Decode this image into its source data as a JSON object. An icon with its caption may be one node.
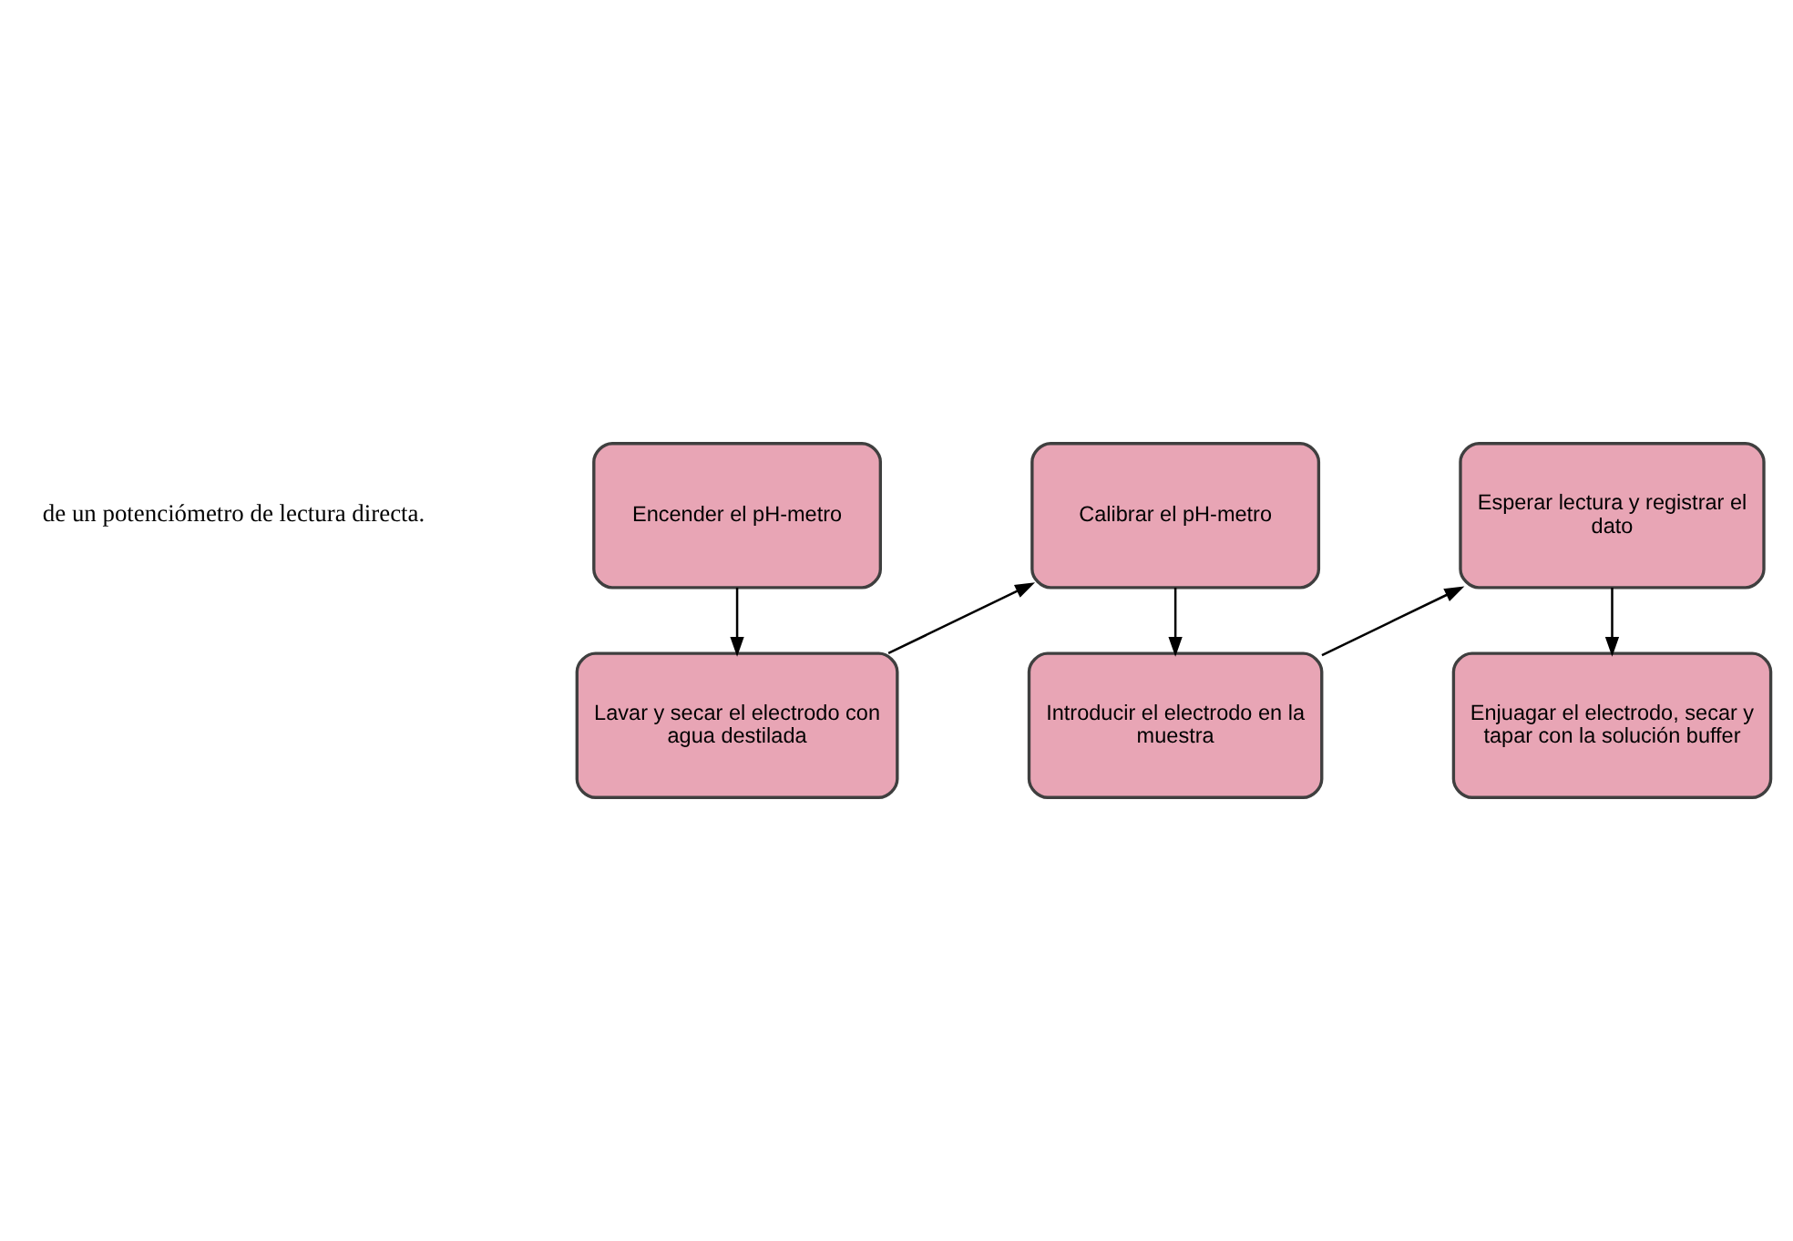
{
  "diagram": {
    "nodes": [
      {
        "text": [
          "Encender el pH-metro"
        ]
      },
      {
        "text": [
          "Lavar y secar el electrodo con agua destilada"
        ]
      },
      {
        "text": [
          "Calibrar el pH-metro"
        ]
      },
      {
        "text": [
          "Introducir el electrodo en la muestra"
        ]
      },
      {
        "text": [
          "Esperar lectura y registrar el dato"
        ]
      },
      {
        "text": [
          "Enjuagar el electrodo, secar y tapar con la solución buffer"
        ]
      }
    ],
    "edges": [
      {
        "from": 0,
        "to": 1,
        "arrow": "to"
      },
      {
        "from": 1,
        "to": 2,
        "arrow": "to"
      },
      {
        "from": 2,
        "to": 3,
        "arrow": "to"
      },
      {
        "from": 3,
        "to": 4,
        "arrow": "to"
      },
      {
        "from": 4,
        "to": 5,
        "arrow": "to"
      }
    ],
    "labels": [
      "de un potenciómetro de lectura directa."
    ]
  }
}
